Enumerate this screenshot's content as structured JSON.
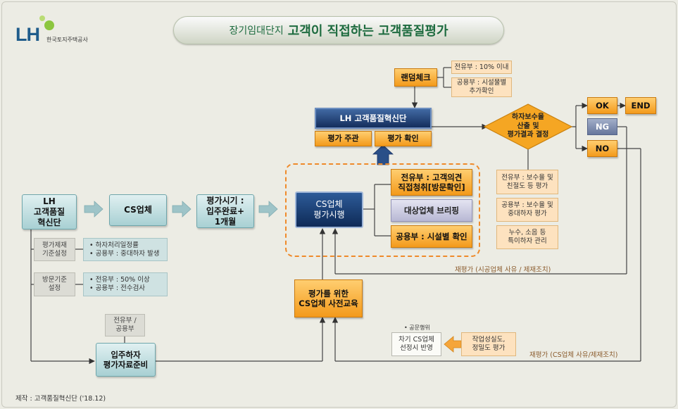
{
  "logo": {
    "brand": "LH",
    "org_name": "한국토지주택공사"
  },
  "title": {
    "prefix": "장기임대단지",
    "main": "고객이 직접하는 고객품질평가"
  },
  "left_column": {
    "lh_team": "LH\n고객품질\n혁신단",
    "cs_company": "CS업체",
    "eval_time": "평가시기 :\n입주완료+\n1개월",
    "sub1_title": "평가제재\n기준설정",
    "sub1_bullets": [
      "하자처리일정률",
      "공용부 : 중대하자 발생"
    ],
    "sub2_title": "방문기준\n설정",
    "sub2_bullets": [
      "전유부 : 50% 이상",
      "공용부 : 전수검사"
    ],
    "scope": "전유부 /\n공용부",
    "prep": "입주하자\n평가자료준비"
  },
  "center": {
    "cs_eval": "CS업체\n평가시행",
    "item_private": "전유부 : 고객의견\n직접청취[방문확인]",
    "item_briefing": "대상업체 브리핑",
    "item_common": "공용부 : 시설별 확인",
    "training": "평가를 위한\nCS업체 사전교육",
    "lh_center": "LH 고객품질혁신단",
    "host": "평가 주관",
    "confirm": "평가 확인",
    "random_check": "랜덤체크",
    "random_private": "전유부 : 10% 이내",
    "random_common": "공용부 : 시설물별\n추가확인"
  },
  "right": {
    "decision": "하자보수율\n산출 및\n평가결과 결정",
    "ok": "OK",
    "end": "END",
    "ng": "NG",
    "no": "NO",
    "r1": "전유부 : 보수율 및\n친절도 등 평가",
    "r2": "공용부 : 보수율 및\n중대하자 평가",
    "r3": "누수, 소음 등\n특이하자 관리",
    "reeval1": "재평가 (시공업체 사유 / 제재조치)",
    "reeval2": "재평가 (CS업체 사유/제재조치)",
    "public_note": "• 공문행위",
    "next_cs": "차기 CS업체\n선정시 반영",
    "work_eval": "작업성실도,\n정밀도 평가"
  },
  "credit": "제작 : 고객품질혁신단 ('18.12)",
  "colors": {
    "background": "#ecece4",
    "teal": "#a8d0d3",
    "orange": "#f39a1b",
    "navy": "#142e5c",
    "title_text": "#1d6b3f",
    "dashed_border": "#ef8a2a",
    "brand_blue": "#1f5c8b",
    "brand_green": "#8cc63f"
  }
}
